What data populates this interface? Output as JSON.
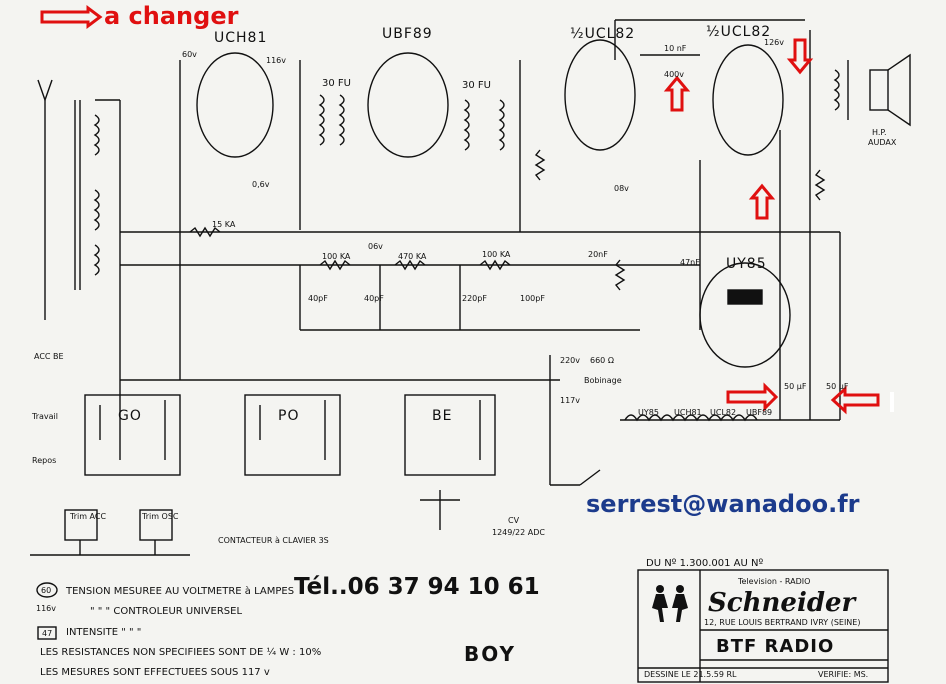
{
  "annotations": {
    "a_changer": "a changer",
    "email": "serrest@wanadoo.fr",
    "phone": "Tél..06 37 94 10 61",
    "model": "BOY"
  },
  "tubes": {
    "uch81": "UCH81",
    "ubf89": "UBF89",
    "ucl82_a": "½UCL82",
    "ucl82_b": "½UCL82",
    "uy85": "UY85"
  },
  "components": {
    "fu_a": "30 FU",
    "fu_b": "30 FU",
    "cap_10nf": "10 nF",
    "cap_400v": "400v",
    "r_15k": "15 KA",
    "r_100k_a": "100 KA",
    "r_470k": "470 KA",
    "r_100k_b": "100 KA",
    "c_220pf": "220pF",
    "c_100pf": "100pF",
    "c_40pf_a": "40pF",
    "c_40pf_b": "40pF",
    "c_20nf": "20nF",
    "c_47nf": "47nF",
    "c_50uf_a": "50 µF",
    "c_50uf_b": "50 µF",
    "r_660": "660 Ω",
    "bobinage": "Bobinage",
    "r_220v": "220v",
    "v_116": "116v",
    "v_126": "126v",
    "v_117": "117v",
    "hp": "H.P.",
    "audax": "AUDAX",
    "cv": "CV",
    "cv_spec": "1249/22 ADC",
    "contacteur": "CONTACTEUR à CLAVIER 3S",
    "trim_acc": "Trim ACC",
    "trim_osc": "Trim OSC",
    "go": "GO",
    "po": "PO",
    "be": "BE",
    "acc_be": "ACC BE",
    "travail": "Travail",
    "repos": "Repos",
    "filament_chain": [
      "UY85",
      "UCH81",
      "UCL82",
      "UBF89"
    ],
    "v_60": "60v",
    "v_06": "0,6v",
    "v_08": "08v",
    "v_06b": "06v"
  },
  "legend": {
    "row1": "TENSION MESUREE AU VOLTMETRE à LAMPES",
    "row2": "\"     \"     \" CONTROLEUR UNIVERSEL",
    "row3": "INTENSITE   \"     \"     \"",
    "row4": "LES RESISTANCES NON SPECIFIEES SONT DE ¼ W : 10%",
    "row5": "LES MESURES SONT EFFECTUEES SOUS 117 v",
    "tag1": "60",
    "tag2": "116v",
    "tag3": "47"
  },
  "titleblock": {
    "du_no": "DU Nº 1.300.001     AU Nº",
    "tv_radio": "Television - RADIO",
    "brand": "Schneider",
    "address": "12, RUE LOUIS BERTRAND    IVRY (SEINE)",
    "model": "BTF  RADIO",
    "dessine": "DESSINE LE 21.5.59  RL",
    "verifie": "VERIFIE: MS."
  },
  "colors": {
    "annotation_red": "#e01010",
    "annotation_blue": "#1c3b8c",
    "ink": "#111111",
    "paper": "#f4f4f1"
  }
}
